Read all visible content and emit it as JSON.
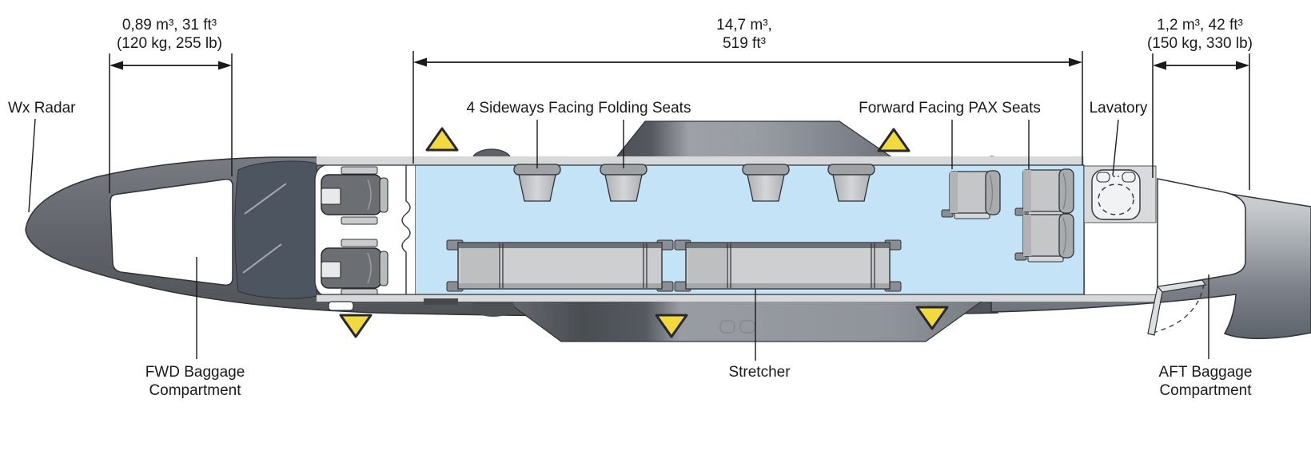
{
  "diagram": {
    "type": "aircraft-cabin-layout",
    "dimension_callouts": {
      "fwd_baggage": {
        "lines": [
          "0,89 m³, 31 ft³",
          "(120 kg, 255 lb)"
        ]
      },
      "cabin": {
        "lines": [
          "14,7 m³,",
          "519 ft³"
        ]
      },
      "aft_baggage": {
        "lines": [
          "1,2 m³, 42 ft³",
          "(150 kg, 330 lb)"
        ]
      }
    },
    "labels": {
      "wx_radar": "Wx Radar",
      "fwd_baggage": {
        "lines": [
          "FWD Baggage",
          "Compartment"
        ]
      },
      "folding_seats": "4 Sideways Facing Folding Seats",
      "pax_seats": "Forward Facing PAX Seats",
      "lavatory": "Lavatory",
      "stretcher": "Stretcher",
      "aft_baggage": {
        "lines": [
          "AFT Baggage",
          "Compartment"
        ]
      }
    },
    "depicted": {
      "crew_seats": 2,
      "sideways_folding_seats": 4,
      "forward_facing_pax_seats": 3,
      "stretchers": 2,
      "exit_markers": 5,
      "lavatories": 1
    },
    "colors": {
      "cabin_highlight": "#C5E3F6",
      "exit_marker": "#F2DA3E",
      "fuselage_dark": "#63676D",
      "fuselage_light": "#D6D8DA",
      "outline": "#1A1A1A",
      "background": "#FFFFFF"
    }
  }
}
